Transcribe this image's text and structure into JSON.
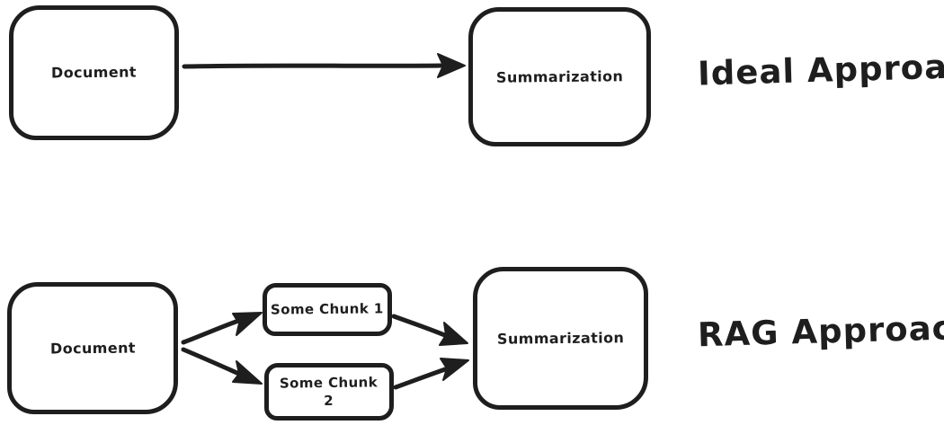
{
  "diagram": {
    "background_color": "#ffffff",
    "stroke_color": "#1e1e1e",
    "sections": {
      "ideal": {
        "title": "Ideal Approach",
        "document_label": "Document",
        "summarization_label": "Summarization"
      },
      "rag": {
        "title": "RAG Approach",
        "document_label": "Document",
        "chunk1_label": "Some Chunk 1",
        "chunk2_label": "Some Chunk\n2",
        "summarization_label": "Summarization"
      }
    },
    "arrows": [
      "ideal-document to ideal-summarization",
      "rag-document to some-chunk-1",
      "rag-document to some-chunk-2",
      "some-chunk-1 to rag-summarization",
      "some-chunk-2 to rag-summarization"
    ]
  }
}
